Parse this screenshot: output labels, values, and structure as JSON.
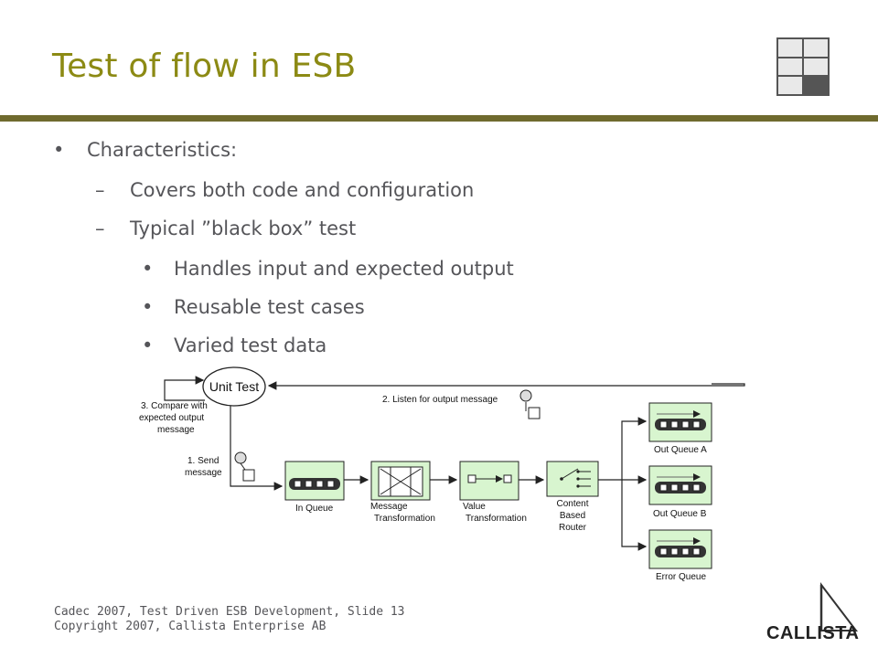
{
  "slide": {
    "title": "Test of flow in ESB"
  },
  "bullets": {
    "l1": "Characteristics:",
    "l2a": "Covers both code and configuration",
    "l2b": "Typical ”black box” test",
    "l3a": "Handles input and expected output",
    "l3b": "Reusable test cases",
    "l3c": "Varied test data"
  },
  "diagram": {
    "unit_test": "Unit Test",
    "compare_1": "3. Compare with",
    "compare_2": "expected output",
    "compare_3": "message",
    "listen": "2. Listen for output message",
    "send_1": "1. Send",
    "send_2": "message",
    "in_queue": "In Queue",
    "msg_transform_1": "Message",
    "msg_transform_2": "Transformation",
    "value_transform_1": "Value",
    "value_transform_2": "Transformation",
    "router_1": "Content",
    "router_2": "Based",
    "router_3": "Router",
    "out_a": "Out Queue A",
    "out_b": "Out Queue B",
    "error_q": "Error Queue"
  },
  "footer": {
    "line1": "Cadec 2007, Test Driven ESB Development, Slide 13",
    "line2": "Copyright 2007, Callista Enterprise AB"
  },
  "logo": {
    "text": "CALLISTA"
  },
  "colors": {
    "title": "#8c8a14",
    "rule": "#6f6a2e",
    "box_fill": "#d8f5cf"
  }
}
